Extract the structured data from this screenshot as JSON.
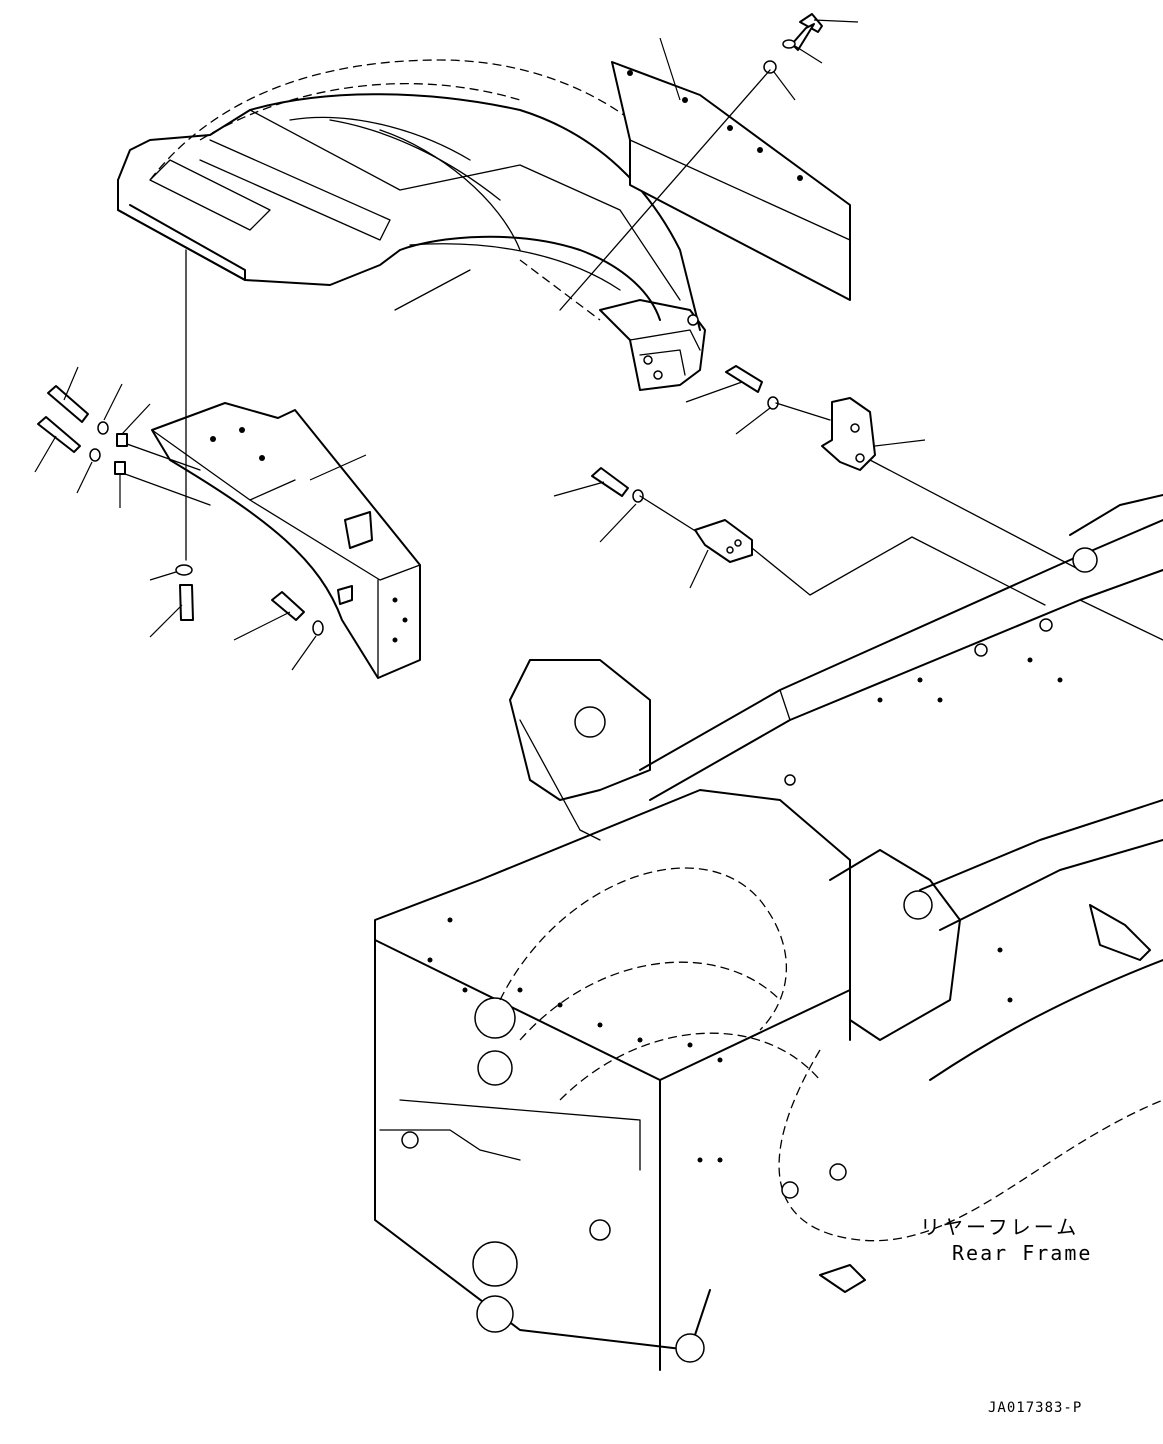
{
  "labels": {
    "rear_frame_jp": "リヤーフレーム",
    "rear_frame_en": "Rear Frame",
    "drawing_code": "JA017383-P"
  }
}
